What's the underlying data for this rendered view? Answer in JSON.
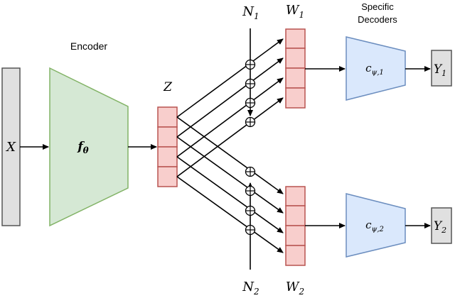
{
  "labels": {
    "input": "X",
    "encoder_title": "Encoder",
    "encoder_fn": "f",
    "encoder_fn_sub": "θ",
    "latent": "Z",
    "noise1_base": "N",
    "noise1_sub": "1",
    "noise2_base": "N",
    "noise2_sub": "2",
    "w1_base": "W",
    "w1_sub": "1",
    "w2_base": "W",
    "w2_sub": "2",
    "decoders_title_line1": "Specific",
    "decoders_title_line2": "Decoders",
    "dec1_base": "c",
    "dec1_sub": "ψ,1",
    "dec2_base": "c",
    "dec2_sub": "ψ,2",
    "out1_base": "Y",
    "out1_sub": "1",
    "out2_base": "Y",
    "out2_sub": "2"
  },
  "colors": {
    "input_fill": "#e0e0e0",
    "encoder_fill": "#d5e8d4",
    "encoder_stroke": "#82b366",
    "decoder_fill": "#dae8fc",
    "decoder_stroke": "#6c8ebf",
    "vector_fill": "#f8cecc",
    "vector_stroke": "#b85450"
  }
}
